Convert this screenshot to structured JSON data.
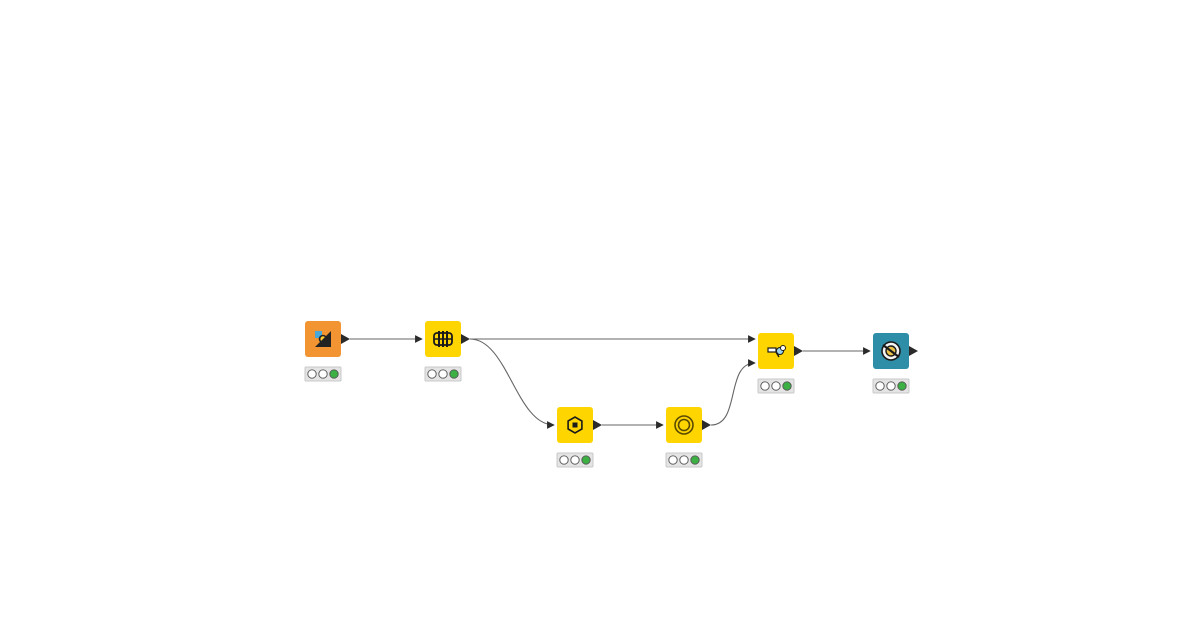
{
  "workflow": {
    "nodes": [
      {
        "id": "n1",
        "name": "node-data-source",
        "icon": "source-icon",
        "color": "#f29432",
        "status": "executed"
      },
      {
        "id": "n2",
        "name": "node-partitioning",
        "icon": "partitioning-icon",
        "color": "#ffd500",
        "status": "executed"
      },
      {
        "id": "n3",
        "name": "node-learner",
        "icon": "hexagon-learner-icon",
        "color": "#ffd500",
        "status": "executed"
      },
      {
        "id": "n4",
        "name": "node-predictor",
        "icon": "ring-predictor-icon",
        "color": "#ffd500",
        "status": "executed"
      },
      {
        "id": "n5",
        "name": "node-scorer",
        "icon": "scorer-icon",
        "color": "#ffd500",
        "status": "executed"
      },
      {
        "id": "n6",
        "name": "node-view",
        "icon": "view-eye-icon",
        "color": "#2e8ea8",
        "status": "executed"
      }
    ],
    "connections": [
      {
        "from": "n1",
        "to": "n2"
      },
      {
        "from": "n2",
        "to": "n5"
      },
      {
        "from": "n2",
        "to": "n3"
      },
      {
        "from": "n3",
        "to": "n4"
      },
      {
        "from": "n4",
        "to": "n5"
      },
      {
        "from": "n5",
        "to": "n6"
      }
    ],
    "status_colors": {
      "executed": "#3cb043",
      "idle": "#ffffff"
    }
  }
}
